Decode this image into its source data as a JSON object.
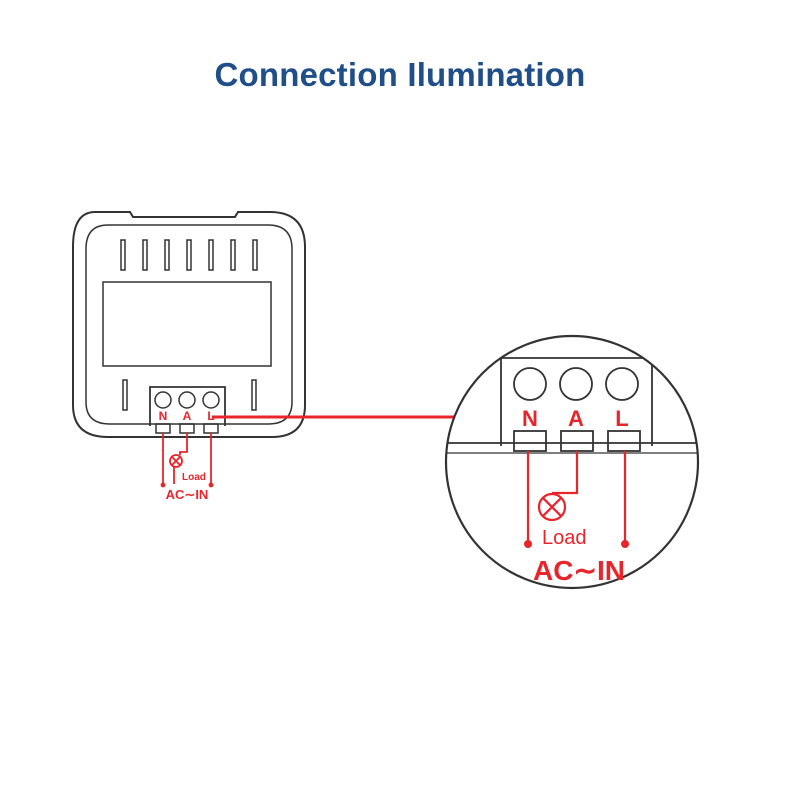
{
  "title": "Connection Ilumination",
  "colors": {
    "title": "#1f4e89",
    "wire": "#e8252b",
    "outline": "#333333"
  },
  "device": {
    "terminals": [
      "N",
      "A",
      "L"
    ],
    "load_label": "Load",
    "supply_label": "AC∼IN"
  },
  "zoom": {
    "terminals": [
      "N",
      "A",
      "L"
    ],
    "load_label": "Load",
    "supply_label": "AC∼IN"
  }
}
